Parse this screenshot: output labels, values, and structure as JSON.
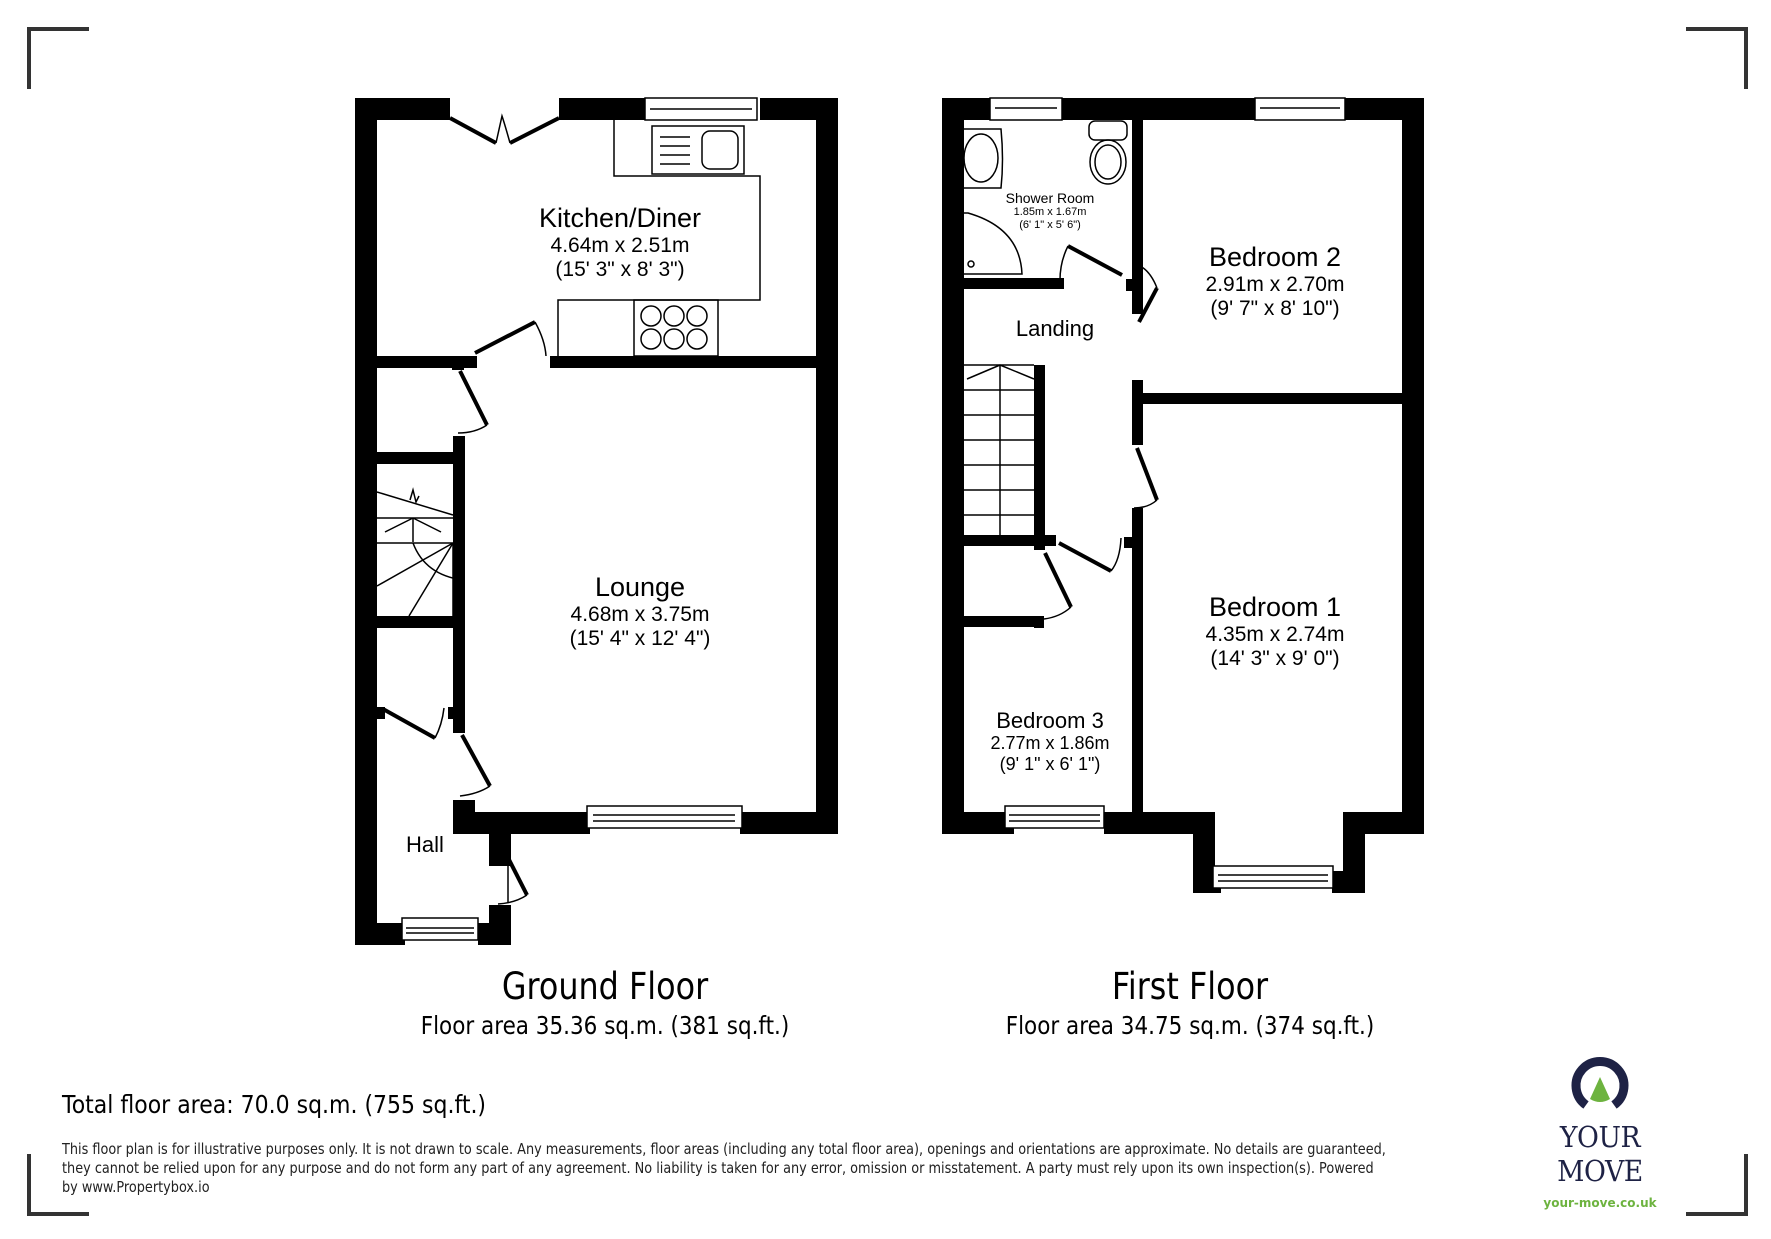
{
  "document": {
    "type": "floor plan",
    "colors": {
      "wall": "#000000",
      "corner_marks": "#333333",
      "brand_navy": "#1e2245",
      "brand_green": "#6db33f"
    }
  },
  "floors": [
    {
      "title": "Ground Floor",
      "area": "Floor area 35.36 sq.m. (381 sq.ft.)",
      "rooms": [
        {
          "name": "Kitchen/Diner",
          "metric": "4.64m x 2.51m",
          "imperial": "(15' 3\" x 8' 3\")"
        },
        {
          "name": "Lounge",
          "metric": "4.68m x 3.75m",
          "imperial": "(15' 4\" x 12' 4\")"
        },
        {
          "name": "Hall"
        }
      ]
    },
    {
      "title": "First Floor",
      "area": "Floor area 34.75 sq.m. (374 sq.ft.)",
      "rooms": [
        {
          "name": "Shower Room",
          "metric": "1.85m x 1.67m",
          "imperial": "(6' 1\" x 5' 6\")"
        },
        {
          "name": "Bedroom 2",
          "metric": "2.91m x 2.70m",
          "imperial": "(9' 7\" x 8' 10\")"
        },
        {
          "name": "Landing"
        },
        {
          "name": "Bedroom 1",
          "metric": "4.35m x 2.74m",
          "imperial": "(14' 3\" x 9' 0\")"
        },
        {
          "name": "Bedroom 3",
          "metric": "2.77m x 1.86m",
          "imperial": "(9' 1\" x 6' 1\")"
        }
      ]
    }
  ],
  "total_area": "Total floor area: 70.0 sq.m. (755 sq.ft.)",
  "disclaimer": "This floor plan is for illustrative purposes only. It is not drawn to scale. Any measurements, floor areas (including any total floor area), openings and orientations are approximate. No details are guaranteed, they cannot be relied upon for any purpose and do not form any part of any agreement. No liability is taken for any error, omission or misstatement. A party must rely upon its own inspection(s). Powered by www.Propertybox.io",
  "logo": {
    "brand": "YOUR MOVE",
    "url": "your-move.co.uk",
    "icon": "location-pin-icon"
  }
}
